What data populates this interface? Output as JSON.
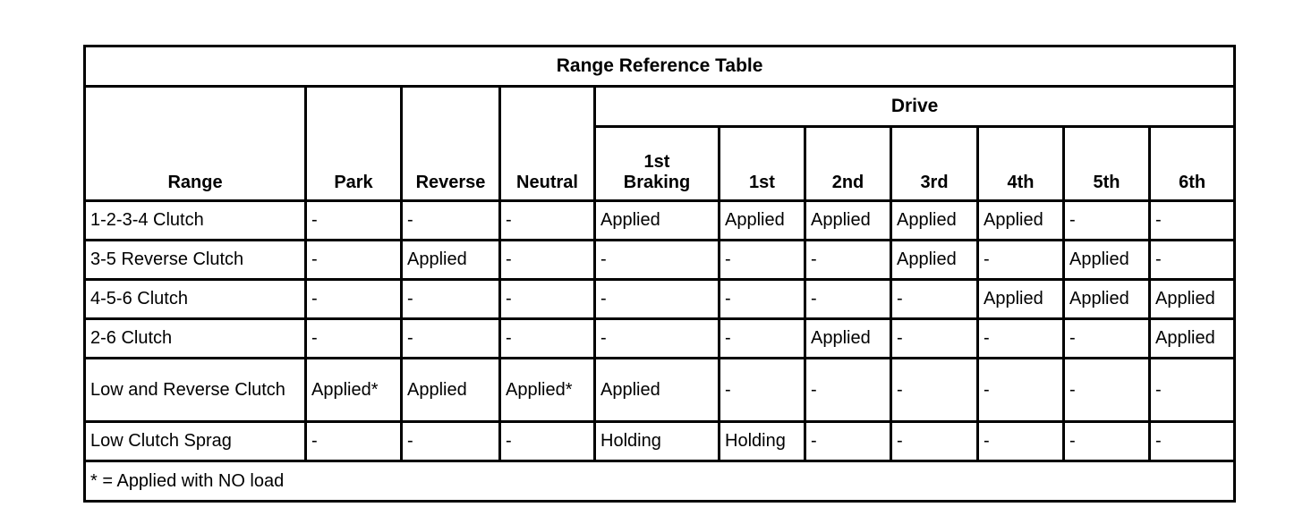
{
  "table": {
    "title": "Range Reference Table",
    "group_header": "Drive",
    "columns": {
      "range": "Range",
      "park": "Park",
      "reverse": "Reverse",
      "neutral": "Neutral",
      "drive_sub": [
        "1st\nBraking",
        "1st",
        "2nd",
        "3rd",
        "4th",
        "5th",
        "6th"
      ],
      "drive_sub_line1": "1st",
      "drive_sub_line2": "Braking",
      "first": "1st",
      "second": "2nd",
      "third": "3rd",
      "fourth": "4th",
      "fifth": "5th",
      "sixth": "6th"
    },
    "rows": [
      {
        "label": "1-2-3-4 Clutch",
        "park": "-",
        "reverse": "-",
        "neutral": "-",
        "d1braking": "Applied",
        "d1": "Applied",
        "d2": "Applied",
        "d3": "Applied",
        "d4": "Applied",
        "d5": "-",
        "d6": "-"
      },
      {
        "label": "3-5 Reverse Clutch",
        "park": "-",
        "reverse": "Applied",
        "neutral": "-",
        "d1braking": "-",
        "d1": "-",
        "d2": "-",
        "d3": "Applied",
        "d4": "-",
        "d5": "Applied",
        "d6": "-"
      },
      {
        "label": "4-5-6 Clutch",
        "park": "-",
        "reverse": "-",
        "neutral": "-",
        "d1braking": "-",
        "d1": "-",
        "d2": "-",
        "d3": "-",
        "d4": "Applied",
        "d5": "Applied",
        "d6": "Applied"
      },
      {
        "label": "2-6 Clutch",
        "park": "-",
        "reverse": "-",
        "neutral": "-",
        "d1braking": "-",
        "d1": "-",
        "d2": "Applied",
        "d3": "-",
        "d4": "-",
        "d5": "-",
        "d6": "Applied"
      },
      {
        "label": "Low and Reverse Clutch",
        "park": "Applied*",
        "reverse": "Applied",
        "neutral": "Applied*",
        "d1braking": "Applied",
        "d1": "-",
        "d2": "-",
        "d3": "-",
        "d4": "-",
        "d5": "-",
        "d6": "-"
      },
      {
        "label": "Low Clutch Sprag",
        "park": "-",
        "reverse": "-",
        "neutral": "-",
        "d1braking": "Holding",
        "d1": "Holding",
        "d2": "-",
        "d3": "-",
        "d4": "-",
        "d5": "-",
        "d6": "-"
      }
    ],
    "footnote": "* = Applied with NO load"
  },
  "colors": {
    "border": "#000000",
    "background": "#ffffff",
    "text": "#000000"
  }
}
